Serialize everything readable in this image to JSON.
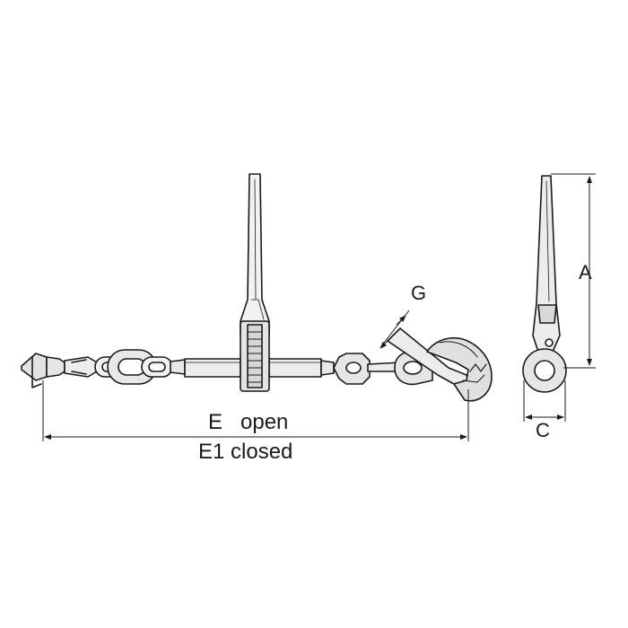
{
  "labels": {
    "e_open": "E   open",
    "e1_closed": "E1 closed",
    "g": "G",
    "a": "A",
    "c": "C"
  },
  "colors": {
    "stroke": "#1a1a1a",
    "fill_light": "#e9e9e9",
    "fill_mid": "#cfcfcf",
    "background": "#ffffff"
  }
}
